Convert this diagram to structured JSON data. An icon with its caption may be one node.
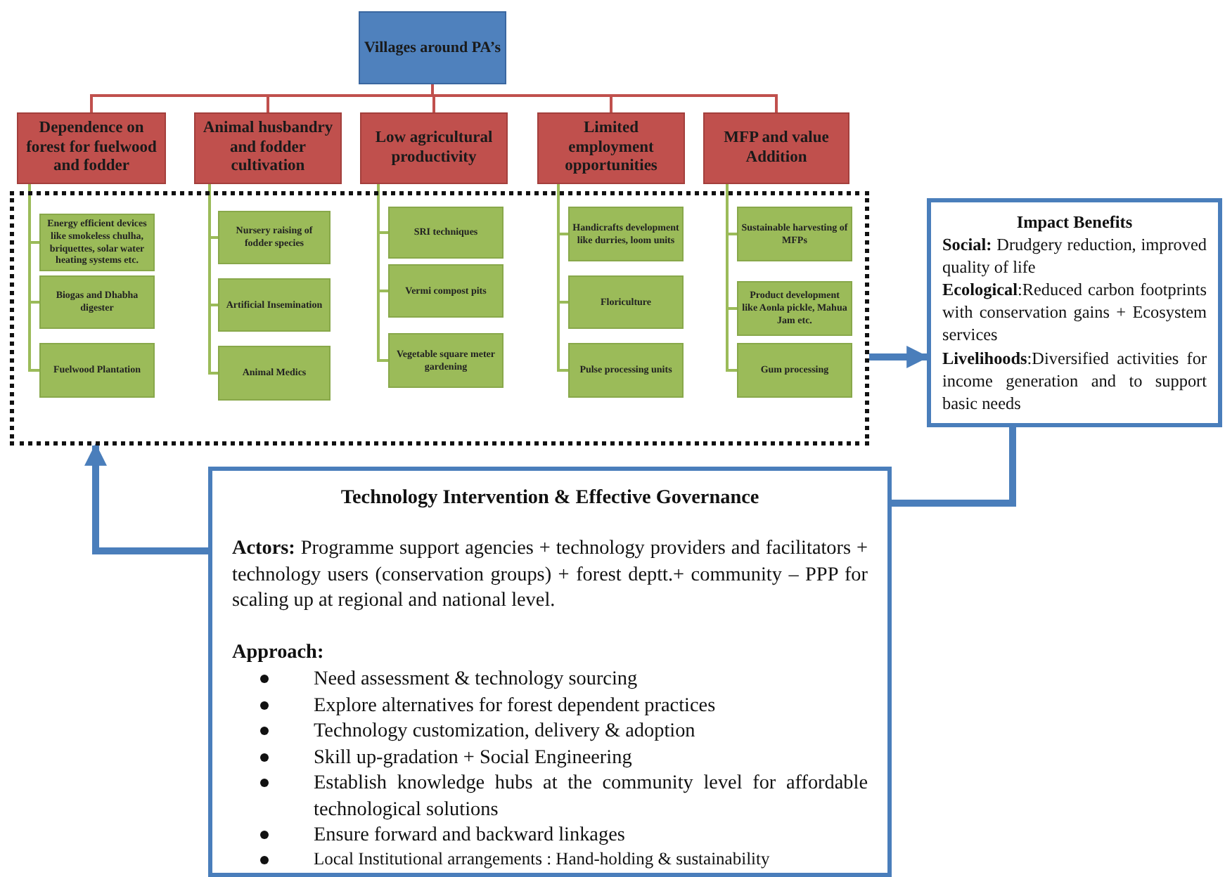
{
  "diagram": {
    "nodes": [
      {
        "text": [
          "Villages around PA’s"
        ]
      },
      {
        "text": [
          "Dependence on forest for fuelwood and fodder"
        ]
      },
      {
        "text": [
          "Animal husbandry and fodder cultivation"
        ]
      },
      {
        "text": [
          "Low agricultural productivity"
        ]
      },
      {
        "text": [
          "Limited employment opportunities"
        ]
      },
      {
        "text": [
          "MFP and value Addition"
        ]
      },
      {
        "text": [],
        "shape": "box"
      },
      {
        "text": [
          "Energy efficient devices like smokeless chulha, briquettes, solar water heating systems etc."
        ],
        "in": 6
      },
      {
        "text": [
          "Biogas and Dhabha digester"
        ],
        "in": 6
      },
      {
        "text": [
          "Fuelwood Plantation"
        ],
        "in": 6
      },
      {
        "text": [
          "Nursery raising of fodder species"
        ],
        "in": 6
      },
      {
        "text": [
          "Artificial Insemination"
        ],
        "in": 6
      },
      {
        "text": [
          "Animal Medics"
        ],
        "in": 6
      },
      {
        "text": [
          "SRI techniques"
        ],
        "in": 6
      },
      {
        "text": [
          "Vermi compost pits"
        ],
        "in": 6
      },
      {
        "text": [
          "Vegetable square meter gardening"
        ],
        "in": 6
      },
      {
        "text": [
          "Handicrafts development like durries, loom units"
        ],
        "in": 6
      },
      {
        "text": [
          "Floriculture"
        ],
        "in": 6
      },
      {
        "text": [
          "Pulse processing units"
        ],
        "in": 6
      },
      {
        "text": [
          "Sustainable harvesting of MFPs"
        ],
        "in": 6
      },
      {
        "text": [
          "Product development like Aonla pickle, Mahua Jam etc."
        ],
        "in": 6
      },
      {
        "text": [
          "Gum processing"
        ],
        "in": 6
      },
      {
        "text": [
          "Impact Benefits",
          "**Social:** Drudgery reduction, improved quality of life",
          "**Ecological**:Reduced carbon footprints with conservation gains + Ecosystem services",
          "**Livelihoods**:Diversified activities for income generation and to support basic needs"
        ]
      },
      {
        "text": [
          "Technology Intervention & Effective Governance",
          "**Actors:** Programme support agencies + technology providers and facilitators + technology users (conservation groups) + forest deptt.+ community – PPP for scaling up at regional and national level.",
          "Approach:",
          "Need assessment & technology sourcing",
          "Explore alternatives for forest dependent practices",
          "Technology customization, delivery & adoption",
          "Skill up-gradation + Social Engineering",
          "Establish knowledge hubs at the community level for affordable technological solutions",
          "Ensure forward and backward linkages",
          "Local Institutional arrangements : Hand-holding & sustainability"
        ]
      }
    ],
    "edges": [
      {
        "from": 0,
        "to": 1,
        "arrow": "none",
        "color": "#c0504d"
      },
      {
        "from": 0,
        "to": 2,
        "arrow": "none",
        "color": "#c0504d"
      },
      {
        "from": 0,
        "to": 3,
        "arrow": "none",
        "color": "#c0504d"
      },
      {
        "from": 0,
        "to": 4,
        "arrow": "none",
        "color": "#c0504d"
      },
      {
        "from": 0,
        "to": 5,
        "arrow": "none",
        "color": "#c0504d"
      },
      {
        "from": 1,
        "to": 7,
        "arrow": "none"
      },
      {
        "from": 1,
        "to": 8,
        "arrow": "none"
      },
      {
        "from": 1,
        "to": 9,
        "arrow": "none"
      },
      {
        "from": 2,
        "to": 10,
        "arrow": "none"
      },
      {
        "from": 2,
        "to": 11,
        "arrow": "none"
      },
      {
        "from": 2,
        "to": 12,
        "arrow": "none"
      },
      {
        "from": 3,
        "to": 13,
        "arrow": "none"
      },
      {
        "from": 3,
        "to": 14,
        "arrow": "none"
      },
      {
        "from": 3,
        "to": 15,
        "arrow": "none"
      },
      {
        "from": 4,
        "to": 16,
        "arrow": "none"
      },
      {
        "from": 4,
        "to": 17,
        "arrow": "none"
      },
      {
        "from": 4,
        "to": 18,
        "arrow": "none"
      },
      {
        "from": 5,
        "to": 19,
        "arrow": "none"
      },
      {
        "from": 5,
        "to": 20,
        "arrow": "none"
      },
      {
        "from": 5,
        "to": 21,
        "arrow": "none"
      },
      {
        "from": 6,
        "to": 22,
        "arrow": "to",
        "style": "thick",
        "color": "#4a7ebb"
      },
      {
        "from": 22,
        "to": 23,
        "arrow": "none",
        "style": "thick",
        "color": "#4a7ebb"
      },
      {
        "from": 23,
        "to": 6,
        "arrow": "to",
        "style": "thick",
        "color": "#4a7ebb"
      }
    ]
  }
}
